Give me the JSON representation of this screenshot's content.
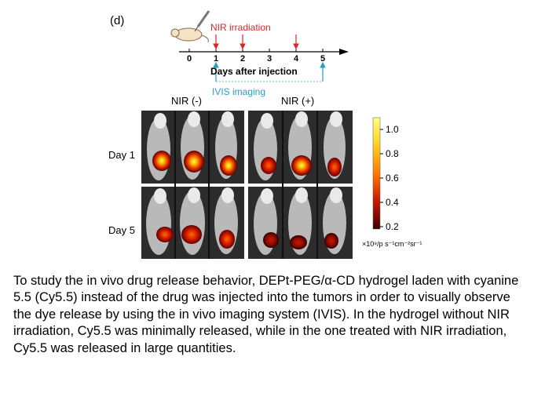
{
  "figure": {
    "panel_label": "(d)",
    "timeline": {
      "nir_label": "NIR irradiation",
      "axis_label": "Days after injection",
      "ticks": [
        "0",
        "1",
        "2",
        "3",
        "4",
        "5"
      ],
      "imaging_label": "IVIS imaging",
      "nir_days": [
        1,
        2,
        4
      ],
      "imaging_days": [
        1,
        5
      ],
      "colors": {
        "nir": "#d9262a",
        "imaging": "#2a9bc4"
      }
    },
    "groups": [
      "NIR (-)",
      "NIR (+)"
    ],
    "rows": [
      "Day 1",
      "Day 5"
    ],
    "colorbar": {
      "ticks": [
        "1.0",
        "0.8",
        "0.6",
        "0.4",
        "0.2"
      ],
      "unit": "×10⁹/p s⁻¹cm⁻²sr⁻¹"
    }
  },
  "caption": "To study the in vivo drug release behavior, DEPt-PEG/α-CD hydrogel laden with cyanine 5.5 (Cy5.5) instead of the drug was injected into the tumors in order to visually observe the dye release by using the in vivo imaging system (IVIS). In the hydrogel without NIR irradiation, Cy5.5 was minimally released, while in the one treated with NIR irradiation, Cy5.5 was released in large quantities."
}
